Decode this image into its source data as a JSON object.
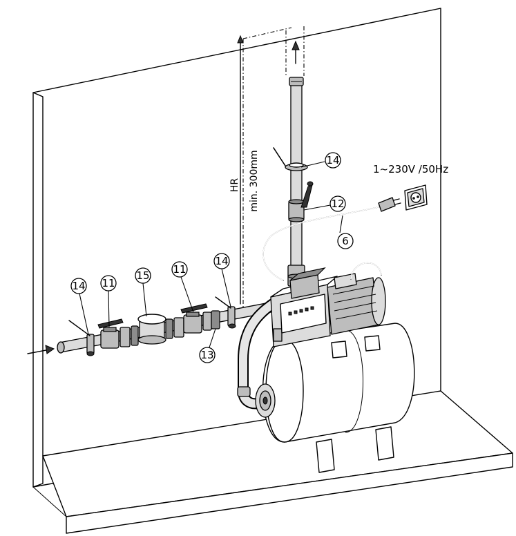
{
  "dimension": {
    "hr_label": "HR",
    "min_height_label": "min. 300mm"
  },
  "power": {
    "voltage_label": "1~230V /50Hz"
  },
  "callouts": [
    {
      "id": "c14-top",
      "label": "14"
    },
    {
      "id": "c12",
      "label": "12"
    },
    {
      "id": "c6",
      "label": "6"
    },
    {
      "id": "c14-right",
      "label": "14"
    },
    {
      "id": "c11-right",
      "label": "11"
    },
    {
      "id": "c15",
      "label": "15"
    },
    {
      "id": "c11-left",
      "label": "11"
    },
    {
      "id": "c14-left",
      "label": "14"
    },
    {
      "id": "c13",
      "label": "13"
    }
  ]
}
